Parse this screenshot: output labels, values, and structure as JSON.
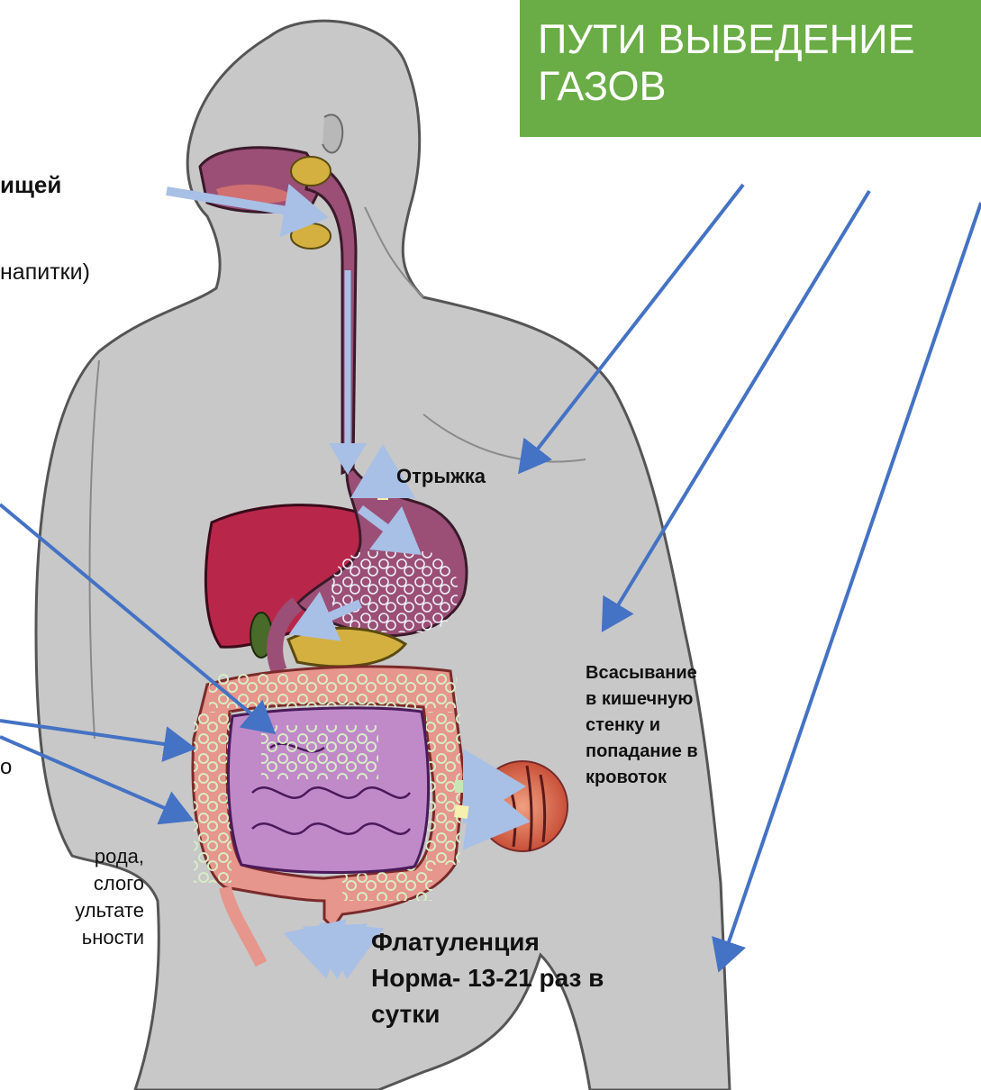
{
  "title": {
    "line1": "ПУТИ ВЫВЕДЕНИЕ",
    "line2": "ГАЗОВ"
  },
  "labels": {
    "food": "ищей",
    "drinks": "напитки)",
    "fragment_o": "о",
    "fragment_lines": [
      "рода,",
      "слого",
      "ультате",
      "ьности"
    ],
    "belching": "Отрыжка",
    "absorption": [
      "Всасывание",
      "в кишечную",
      "стенку и",
      "попадание в",
      "кровоток"
    ],
    "flatulence": [
      "Флатуленция",
      "Норма- 13-21 раз в",
      "сутки"
    ]
  },
  "colors": {
    "title_bg": "#6aac46",
    "arrow_blue": "#4472c4",
    "body_gray": "#c8c8c8",
    "esophagus": "#9b4f76",
    "liver": "#b8274a",
    "colon": "#e6968c",
    "small_intestine": "#c08ac8",
    "pancreas": "#d4b040",
    "bubble_green": "#d6ecc4",
    "flow_blue": "#a8bfe6",
    "flow_yellow": "#f5f0b0"
  }
}
